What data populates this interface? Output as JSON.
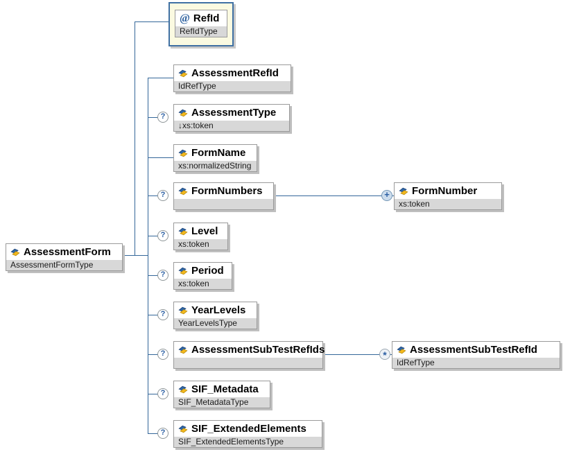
{
  "root": {
    "label": "AssessmentForm",
    "type": "AssessmentFormType"
  },
  "attribute": {
    "at_symbol": "@",
    "label": "RefId",
    "type": "RefIdType"
  },
  "children": [
    {
      "label": "AssessmentRefId",
      "type": "IdRefType",
      "optional": false
    },
    {
      "label": "AssessmentType",
      "type": "↓xs:token",
      "optional": true
    },
    {
      "label": "FormName",
      "type": "xs:normalizedString",
      "optional": false
    },
    {
      "label": "FormNumbers",
      "type": "",
      "optional": true
    },
    {
      "label": "Level",
      "type": "xs:token",
      "optional": true
    },
    {
      "label": "Period",
      "type": "xs:token",
      "optional": true
    },
    {
      "label": "YearLevels",
      "type": "YearLevelsType",
      "optional": true
    },
    {
      "label": "AssessmentSubTestRefIds",
      "type": "",
      "optional": true
    },
    {
      "label": "SIF_Metadata",
      "type": "SIF_MetadataType",
      "optional": true
    },
    {
      "label": "SIF_ExtendedElements",
      "type": "SIF_ExtendedElementsType",
      "optional": true
    }
  ],
  "grandchildren": [
    {
      "label": "FormNumber",
      "type": "xs:token",
      "occurrence": "one-or-more"
    },
    {
      "label": "AssessmentSubTestRefId",
      "type": "IdRefType",
      "occurrence": "zero-or-more"
    }
  ],
  "indicators": {
    "optional": "?",
    "one_or_more": "+",
    "zero_or_more": "*"
  },
  "colors": {
    "line": "#336699",
    "box_border": "#9a9a9a",
    "type_bar": "#d8d8d8",
    "attribute_frame_bg": "#fbfae1",
    "attribute_frame_border": "#3f70a3",
    "icon_blue": "#2f66a5",
    "icon_yellow": "#f4b91d",
    "shadow": "#bfbfbf"
  }
}
